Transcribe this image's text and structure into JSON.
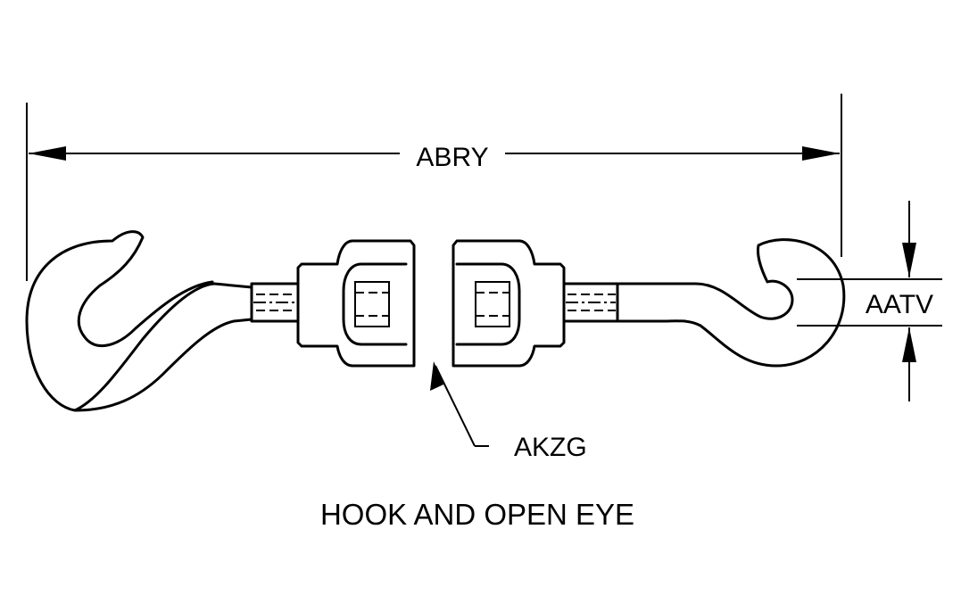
{
  "labels": {
    "overall_length": "ABRY",
    "eye_opening": "AATV",
    "body_callout": "AKZG"
  },
  "caption": "HOOK AND OPEN EYE",
  "colors": {
    "ink": "#000000",
    "paper": "#ffffff"
  }
}
